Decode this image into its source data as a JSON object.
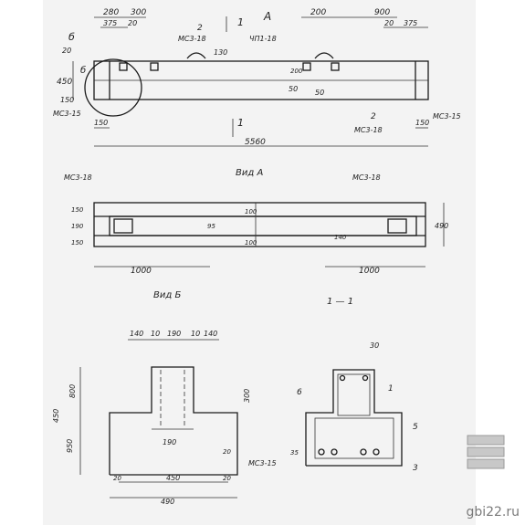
{
  "watermark": "gbi22.ru",
  "labels": {
    "section_1": "1",
    "view_a_mark": "А",
    "view_b_mark": "б",
    "view_a_title": "Вид А",
    "view_b_title": "Вид Б",
    "section_title": "1 — 1"
  },
  "elevation": {
    "d280": "280",
    "d300a": "300",
    "d375a": "375",
    "d20a": "20",
    "d200": "200",
    "d900": "900",
    "d20b": "20",
    "d375b": "375",
    "d20c": "20",
    "d450": "450",
    "d150a": "150",
    "d150b": "150",
    "d150c": "150",
    "d5560": "5560",
    "d130": "130",
    "d50a": "50",
    "d50b": "50",
    "d200b": "200",
    "mark_msz18_a": "МС3-18",
    "mark_msz18_b": "МС3-18",
    "mark_msz15_a": "МС3-15",
    "mark_msz15_b": "МС3-15",
    "mark_chp": "ЧП1-18",
    "mark_2a": "2",
    "mark_2b": "2"
  },
  "view_a": {
    "mark_left": "МС3-18",
    "mark_right": "МС3-18",
    "d150a": "150",
    "d190a": "190",
    "d150b": "150",
    "d100a": "100",
    "d100b": "100",
    "d95": "95",
    "d490": "490",
    "d1000a": "1000",
    "d1000b": "1000",
    "d140": "140"
  },
  "view_b": {
    "d140a": "140",
    "d10a": "10",
    "d190": "190",
    "d10b": "10",
    "d140b": "140",
    "d800": "800",
    "d300": "300",
    "d190b": "190",
    "d950": "950",
    "d450v": "450",
    "d20a": "20",
    "d450": "450",
    "d20b": "20",
    "d490": "490",
    "d20c": "20",
    "mark": "МС3-15"
  },
  "section": {
    "d30": "30",
    "n1": "1",
    "n3": "3",
    "n5": "5",
    "n6": "6",
    "d35": "35"
  }
}
